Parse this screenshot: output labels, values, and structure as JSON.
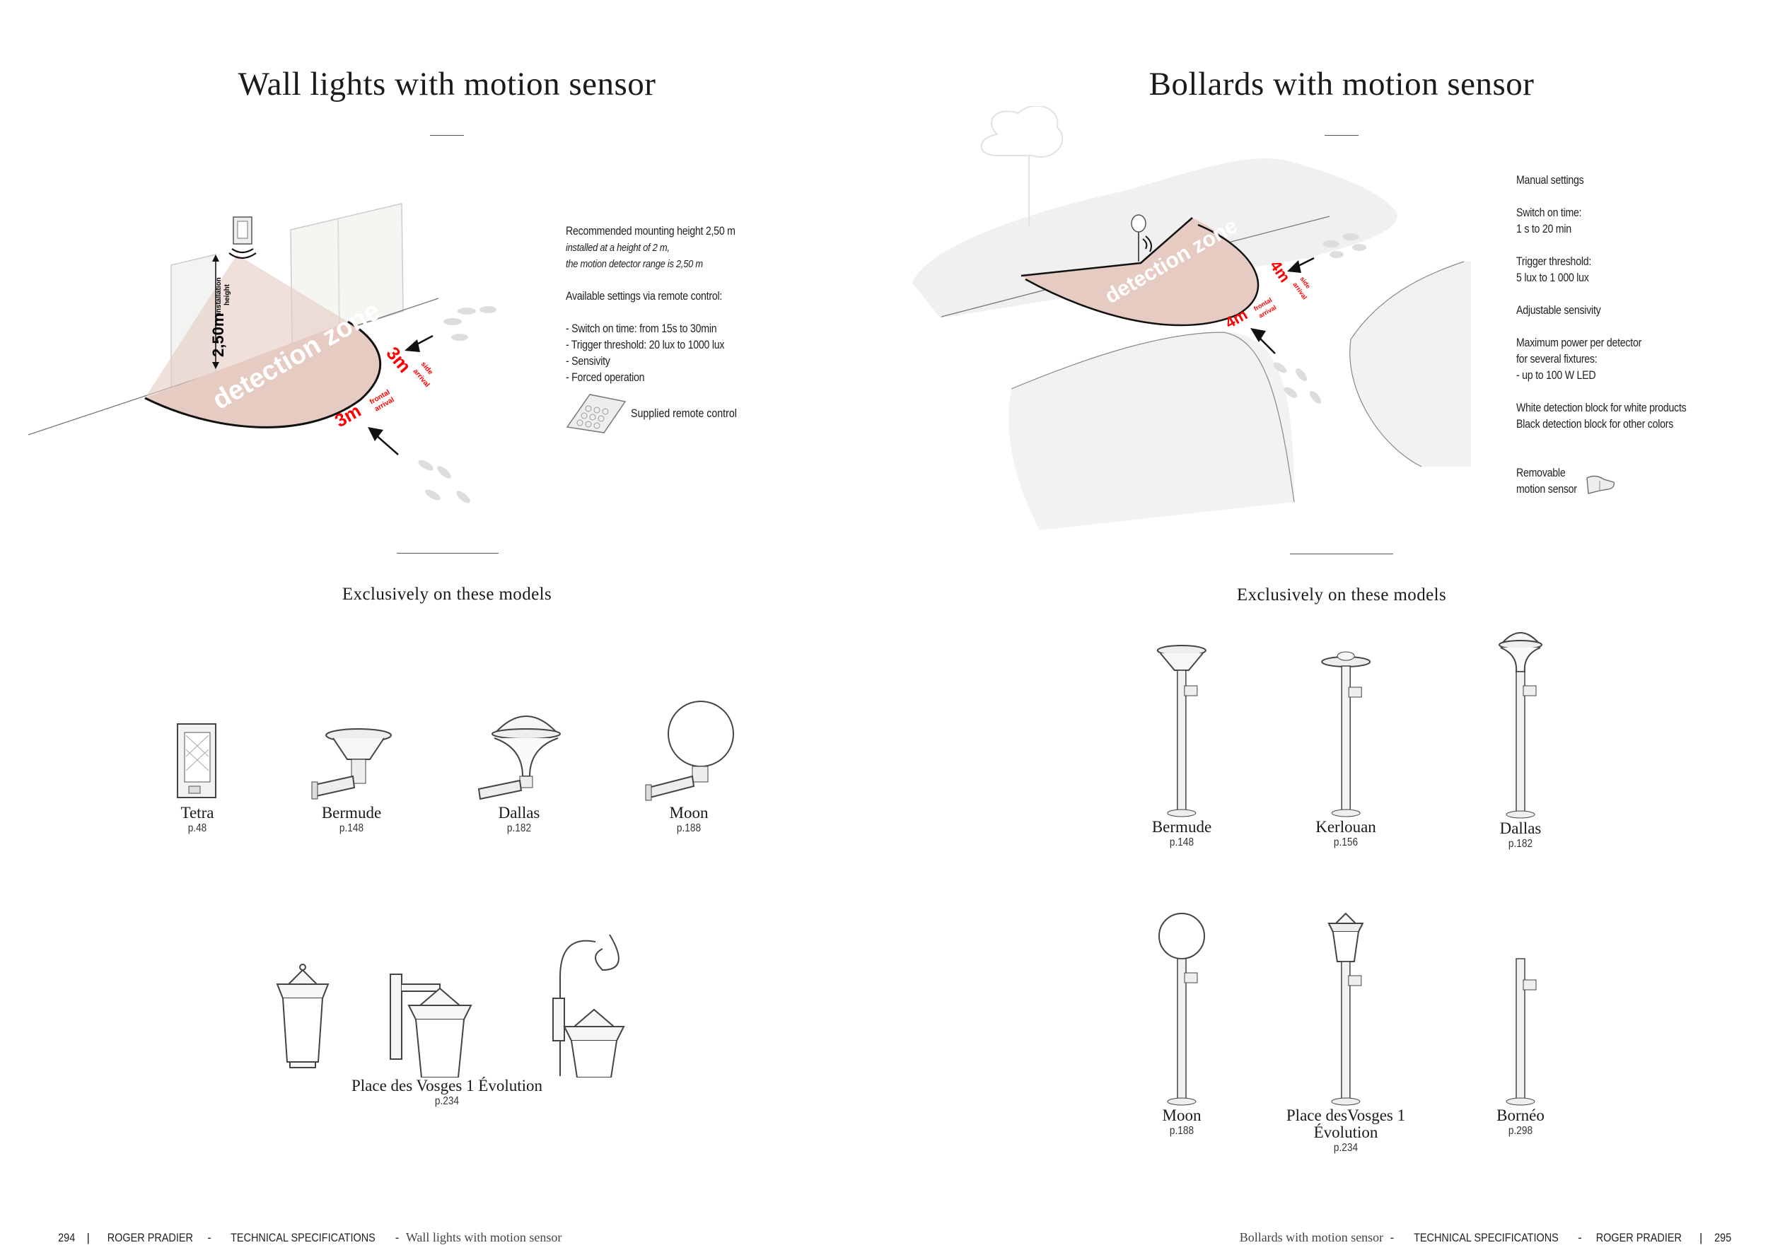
{
  "left": {
    "title": "Wall lights with motion sensor",
    "diagram": {
      "zone_label": "detection zone",
      "height_value": "2,50m",
      "height_label_1": "installation",
      "height_label_2": "height",
      "side_distance": "3m",
      "side_label_1": "side",
      "side_label_2": "arrival",
      "frontal_distance": "3m",
      "frontal_label_1": "frontal",
      "frontal_label_2": "arrival"
    },
    "specs": {
      "line1": "Recommended mounting height 2,50 m",
      "line2": "installed at a height of 2 m,",
      "line3": "the motion detector range is 2,50 m",
      "line4": "Available settings via remote control:",
      "line5": "- Switch on time: from 15s to 30min",
      "line6": "- Trigger threshold: 20 lux to 1000 lux",
      "line7": "- Sensivity",
      "line8": "- Forced operation",
      "remote_label": "Supplied remote control"
    },
    "models_heading": "Exclusively on these models",
    "models": [
      {
        "name": "Tetra",
        "page": "p.48"
      },
      {
        "name": "Bermude",
        "page": "p.148"
      },
      {
        "name": "Dallas",
        "page": "p.182"
      },
      {
        "name": "Moon",
        "page": "p.188"
      },
      {
        "name": "Place des Vosges 1 Évolution",
        "page": "p.234"
      }
    ]
  },
  "right": {
    "title": "Bollards with motion sensor",
    "diagram": {
      "zone_label": "detection zone",
      "side_distance": "4m",
      "side_label_1": "side",
      "side_label_2": "arrival",
      "frontal_distance": "4m",
      "frontal_label_1": "frontal",
      "frontal_label_2": "arrival"
    },
    "specs": {
      "line1": "Manual settings",
      "line2": "Switch on time:",
      "line3": "1 s to 20 min",
      "line4": "Trigger threshold:",
      "line5": "5 lux to 1 000 lux",
      "line6": "Adjustable sensivity",
      "line7": "Maximum power per detector",
      "line8": "for several fixtures:",
      "line9": "- up to 100 W LED",
      "line10": "White detection block for white products",
      "line11": "Black detection block for other colors",
      "sensor_label_1": "Removable",
      "sensor_label_2": "motion sensor"
    },
    "models_heading": "Exclusively on these models",
    "models": [
      {
        "name": "Bermude",
        "page": "p.148"
      },
      {
        "name": "Kerlouan",
        "page": "p.156"
      },
      {
        "name": "Dallas",
        "page": "p.182"
      },
      {
        "name": "Moon",
        "page": "p.188"
      },
      {
        "name_line1": "Place desVosges 1",
        "name_line2": "Évolution",
        "page": "p.234"
      },
      {
        "name": "Bornéo",
        "page": "p.298"
      }
    ]
  },
  "footer": {
    "left_page": "294",
    "left_brand": "ROGER PRADIER",
    "left_section": "TECHNICAL SPECIFICATIONS",
    "left_title": "Wall lights with motion sensor",
    "right_title": "Bollards with motion sensor",
    "right_section": "TECHNICAL SPECIFICATIONS",
    "right_brand": "ROGER PRADIER",
    "right_page": "295",
    "separator": "-",
    "bar": "|"
  },
  "colors": {
    "zone": "#e6cbc3",
    "accent_red": "#ff0000",
    "ground": "#f0f0f0"
  }
}
